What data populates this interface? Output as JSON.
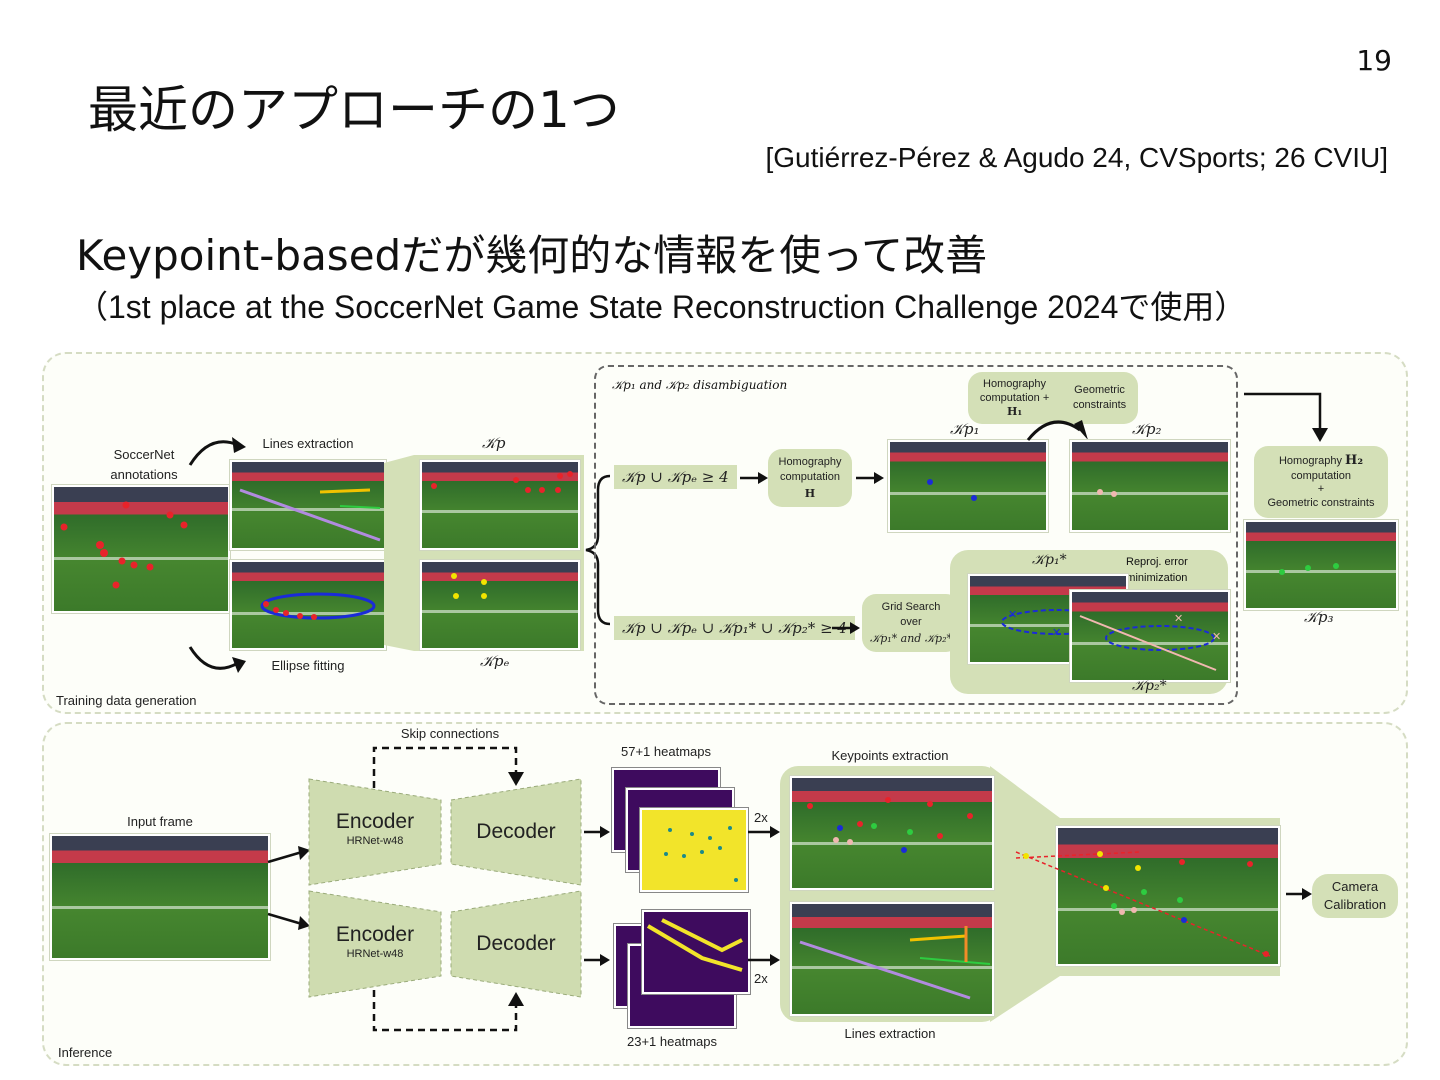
{
  "slide": {
    "page_number": "19",
    "title": "最近のアプローチの1つ",
    "citation": "[Gutiérrez-Pérez & Agudo 24, CVSports; 26 CVIU]",
    "heading": "Keypoint-basedだが幾何的な情報を使って改善",
    "subline": "（1st place at the SoccerNet Game State Reconstruction Challenge 2024で使用）"
  },
  "figure": {
    "training": {
      "panel_label": "Training data generation",
      "soccernet_annotations": "SoccerNet annotations",
      "lines_extraction": "Lines extraction",
      "ellipse_fitting": "Ellipse fitting",
      "kp": "𝒦p",
      "kpe": "𝒦pₑ",
      "disambiguation_title": "𝒦p₁ and 𝒦p₂ disambiguation",
      "cond_top": "𝒦p ∪ 𝒦pₑ ≥ 4",
      "cond_bottom": "𝒦p ∪ 𝒦pₑ ∪ 𝒦p₁* ∪ 𝒦p₂* ≥ 4",
      "homography_h": [
        "Homography",
        "computation",
        "H"
      ],
      "homography_h1": [
        "Homography",
        "computation",
        "H₁"
      ],
      "plus": "+",
      "geometric_constraints": [
        "Geometric",
        "constraints"
      ],
      "kp1": "𝒦p₁",
      "kp2": "𝒦p₂",
      "kp1_star": "𝒦p₁*",
      "kp2_star": "𝒦p₂*",
      "reproj": [
        "Reproj. error",
        "minimization"
      ],
      "grid_search": [
        "Grid Search",
        "over",
        "𝒦p₁* and 𝒦p₂*"
      ],
      "homography_h2": [
        "Homography",
        "computation",
        "+",
        "Geometric constraints",
        "H₂"
      ],
      "kp3": "𝒦p₃"
    },
    "inference": {
      "panel_label": "Inference",
      "input_frame": "Input frame",
      "skip_connections": "Skip connections",
      "encoder": "Encoder",
      "encoder_sub": "HRNet-w48",
      "decoder": "Decoder",
      "heatmaps_top": "57+1 heatmaps",
      "heatmaps_bottom": "23+1 heatmaps",
      "scale": "2x",
      "keypoints_extraction": "Keypoints extraction",
      "lines_extraction": "Lines extraction",
      "camera_calibration": [
        "Camera",
        "Calibration"
      ]
    }
  }
}
